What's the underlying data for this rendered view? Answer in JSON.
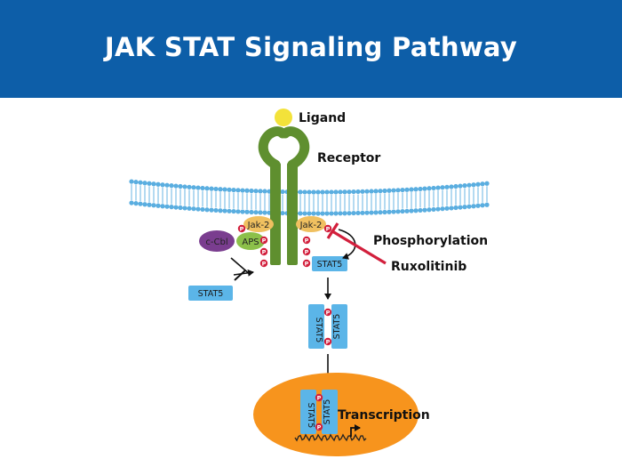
{
  "title": "JAK STAT Signaling Pathway",
  "labels": {
    "ligand": "Ligand",
    "receptor": "Receptor",
    "phosphorylation": "Phosphorylation",
    "ruxolitinib": "Ruxolitinib",
    "transcription": "Transcription"
  },
  "proteins": {
    "jak_left": "Jak-2",
    "jak_right": "Jak-2",
    "ccbl": "c-Cbl",
    "aps": "APS",
    "stat5_free": "STAT5",
    "stat5_bound": "STAT5",
    "dimer_left": "STAT5",
    "dimer_right": "STAT5",
    "nuc_dimer_left": "STAT5",
    "nuc_dimer_right": "STAT5",
    "phospho": "P"
  },
  "colors": {
    "header": "#0d5ea8",
    "membrane": "#5aaee0",
    "receptor": "#5f8f2f",
    "ligand": "#f3e23a",
    "jak": "#f0c060",
    "ccbl": "#7a3d8f",
    "aps": "#8cc04a",
    "stat": "#5bb5e8",
    "phospho": "#d21f3c",
    "nucleus": "#f7941d"
  }
}
